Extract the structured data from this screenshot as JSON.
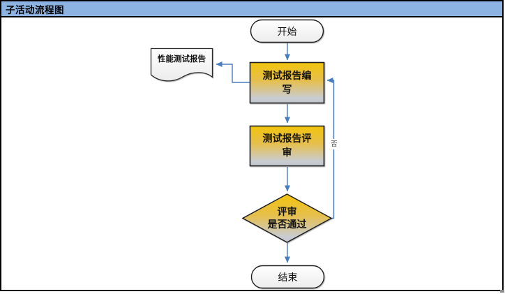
{
  "window": {
    "title": "子活动流程图"
  },
  "colors": {
    "titlebar_bg": "#8DB3E2",
    "frame_border": "#000000",
    "node_gradient_top": "#F2C40B",
    "node_gradient_mid": "#E5BF4E",
    "node_gradient_bottom": "#C2C7CF",
    "terminator_fill": "#FBFBFB",
    "shape_border": "#1F1F1F",
    "connector": "#4A7CBE"
  },
  "flowchart": {
    "nodes": [
      {
        "id": "start",
        "type": "terminator",
        "label": "开始"
      },
      {
        "id": "doc",
        "type": "document",
        "label": "性能测试报告"
      },
      {
        "id": "write",
        "type": "process",
        "label": "测试报告编写"
      },
      {
        "id": "review",
        "type": "process",
        "label": "测试报告评审"
      },
      {
        "id": "decision",
        "type": "decision",
        "label": "评审是否通过",
        "lines": [
          "评审",
          "是否通过"
        ]
      },
      {
        "id": "end",
        "type": "terminator",
        "label": "结束"
      }
    ],
    "edges": [
      {
        "from": "start",
        "to": "write",
        "label": ""
      },
      {
        "from": "write",
        "to": "doc",
        "label": ""
      },
      {
        "from": "write",
        "to": "review",
        "label": ""
      },
      {
        "from": "review",
        "to": "decision",
        "label": ""
      },
      {
        "from": "decision",
        "to": "write",
        "label": "否"
      },
      {
        "from": "decision",
        "to": "end",
        "label": ""
      }
    ]
  }
}
